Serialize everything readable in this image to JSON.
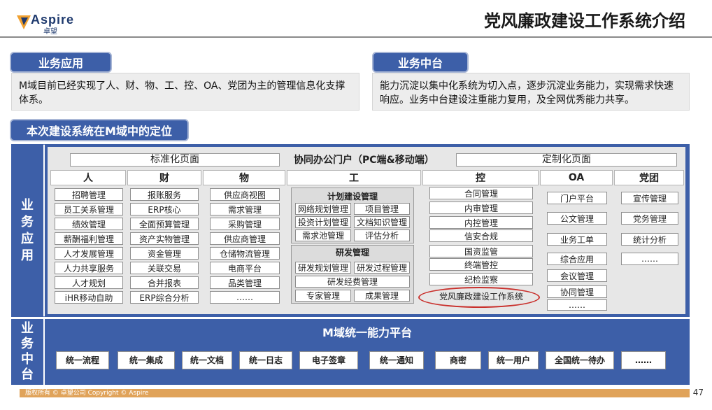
{
  "header": {
    "brand": "Aspire",
    "brand_sub": "卓望",
    "title": "党风廉政建设工作系统介绍"
  },
  "top": {
    "left_pill": "业务应用",
    "left_text": "M域目前已经实现了人、财、物、工、控、OA、党团为主的管理信息化支撑体系。",
    "right_pill": "业务中台",
    "right_text": "能力沉淀以集中化系统为切入点，逐步沉淀业务能力，实现需求快速响应。业务中台建设注重能力复用，及全网优秀能力共享。",
    "position_pill": "本次建设系统在M域中的定位"
  },
  "app": {
    "side_label": [
      "业",
      "务",
      "应",
      "用"
    ],
    "std_page": "标准化页面",
    "portal": "协同办公门户（PC端&移动端）",
    "custom_page": "定制化页面",
    "columns": {
      "ren": {
        "head": "人",
        "items": [
          "招聘管理",
          "员工关系管理",
          "绩效管理",
          "薪酬福利管理",
          "人才发展管理",
          "人力共享服务",
          "人才规划",
          "iHR移动自助"
        ]
      },
      "cai": {
        "head": "财",
        "items": [
          "报账服务",
          "ERP核心",
          "全面预算管理",
          "资产实物管理",
          "资金管理",
          "关联交易",
          "合并报表",
          "ERP综合分析"
        ]
      },
      "wu": {
        "head": "物",
        "items": [
          "供应商视图",
          "需求管理",
          "采购管理",
          "供应商管理",
          "仓储物流管理",
          "电商平台",
          "品类管理",
          "……"
        ]
      },
      "gong": {
        "head": "工",
        "plan_title": "计划建设管理",
        "plan_items": [
          "网络规划管理",
          "项目管理",
          "投资计划管理",
          "文档知识管理",
          "需求池管理",
          "评估分析"
        ],
        "rd_title": "研发管理",
        "rd_items": [
          "研发规划管理",
          "研发过程管理",
          "研发经费管理",
          "专家管理",
          "成果管理"
        ]
      },
      "kong": {
        "head": "控",
        "items": [
          "合同管理",
          "内审管理",
          "内控管理",
          "信安合规",
          "国资监管",
          "终端管控",
          "纪检监察",
          "党风廉政建设工作系统"
        ]
      },
      "oa": {
        "head": "OA",
        "items": [
          "门户平台",
          "公文管理",
          "业务工单",
          "综合应用",
          "会议管理",
          "协同管理",
          "……"
        ]
      },
      "dang": {
        "head": "党团",
        "items": [
          "宣传管理",
          "党务管理",
          "统计分析",
          "……"
        ]
      }
    }
  },
  "platform": {
    "side_label": [
      "业",
      "务",
      "中",
      "台"
    ],
    "title": "M域统一能力平台",
    "items": [
      "统一流程",
      "统一集成",
      "统一文档",
      "统一日志",
      "电子签章",
      "统一通知",
      "商密",
      "统一用户",
      "全国统一待办",
      "……"
    ]
  },
  "footer": {
    "copyright": "版权所有 © 卓望公司 Copyright © Aspire",
    "page": "47"
  },
  "colors": {
    "primary_blue": "#3d5fa8",
    "highlight_red": "#c9302c",
    "footer_orange": "#e0a35a"
  }
}
